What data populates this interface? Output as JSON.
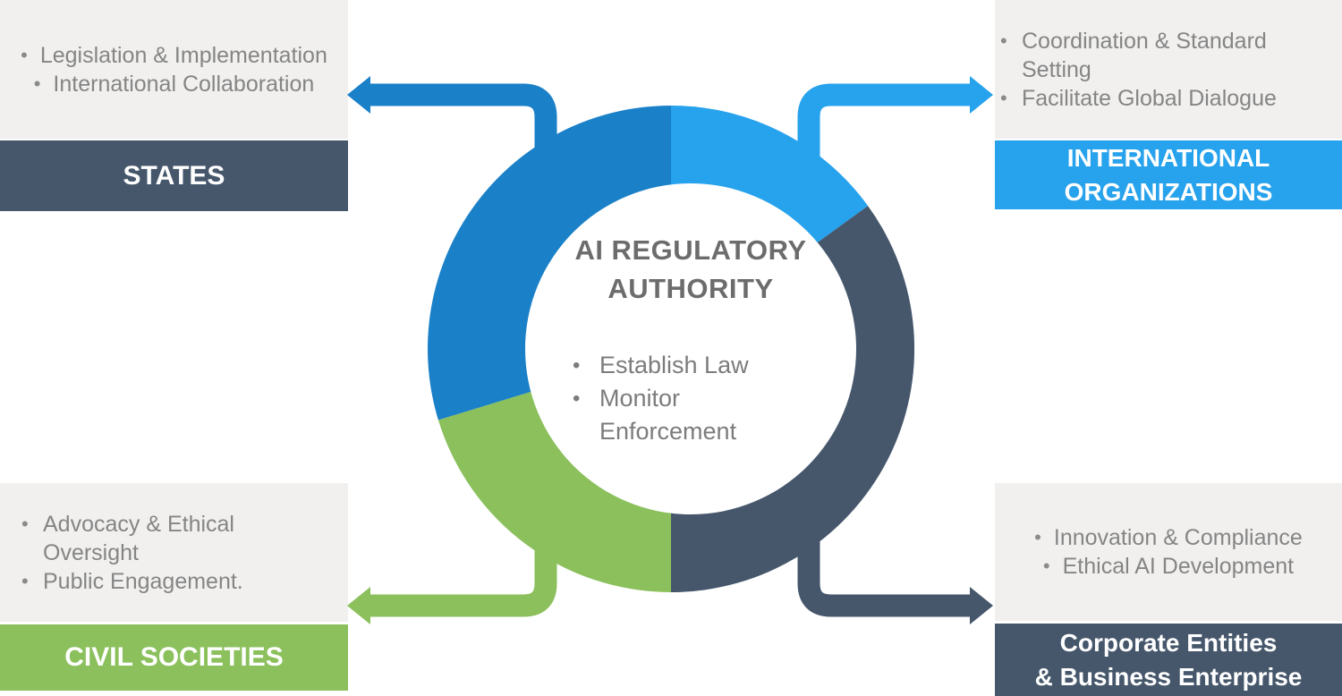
{
  "colors": {
    "dark_blue": "#1A80C8",
    "light_blue": "#27A2EC",
    "slate": "#46576C",
    "green": "#8BC05C",
    "panel_gray": "#F1F0EF",
    "bullet_text_gray": "#858585",
    "center_title_gray": "#6C6C6C",
    "label_white": "#FFFFFF"
  },
  "center": {
    "title_line1": "AI REGULATORY",
    "title_line2": "AUTHORITY",
    "bullets": [
      "Establish Law",
      "Monitor Enforcement"
    ]
  },
  "donut": {
    "segments": [
      {
        "name": "international-organizations",
        "color_key": "light_blue",
        "start": 0,
        "end": 54
      },
      {
        "name": "corporate-entities",
        "color_key": "slate",
        "start": 54,
        "end": 180
      },
      {
        "name": "civil-societies",
        "color_key": "green",
        "start": 180,
        "end": 253
      },
      {
        "name": "states",
        "color_key": "dark_blue",
        "start": 253,
        "end": 360
      }
    ]
  },
  "quadrants": {
    "states": {
      "label": "STATES",
      "bullets": [
        "Legislation & Implementation",
        "International Collaboration"
      ]
    },
    "international": {
      "label_line1": "INTERNATIONAL",
      "label_line2": "ORGANIZATIONS",
      "bullets": [
        "Coordination & Standard Setting",
        "Facilitate Global Dialogue"
      ]
    },
    "civil": {
      "label": "CIVIL SOCIETIES",
      "bullets": [
        "Advocacy & Ethical Oversight",
        "Public Engagement."
      ]
    },
    "corporate": {
      "label_line1": "Corporate Entities",
      "label_line2": "& Business Enterprise",
      "bullets": [
        "Innovation & Compliance",
        "Ethical AI Development"
      ]
    }
  }
}
